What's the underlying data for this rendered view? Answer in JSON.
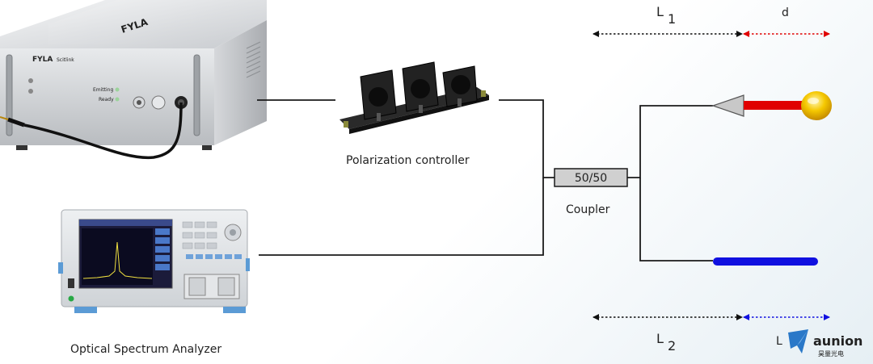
{
  "labels": {
    "polarization_controller": "Polarization controller",
    "coupler": "Coupler",
    "coupler_ratio": "50/50",
    "osa": "Optical Spectrum Analyzer",
    "l1_letter": "L",
    "l1_sub": "1",
    "l2_letter": "L",
    "l2_sub": "2",
    "d": "d",
    "small_l": "L"
  },
  "laser_source": {
    "brand_logo": "FYLA",
    "brand_model": "Scitlink",
    "status_emitting": "Emitting",
    "status_ready": "Ready"
  },
  "logo": {
    "name": "aunion",
    "subtitle": "昊量光电"
  },
  "colors": {
    "line": "#1a1a1a",
    "red": "#e00000",
    "blue": "#1010e0",
    "gold": "#f0b800",
    "logo_blue": "#2a78c8"
  }
}
